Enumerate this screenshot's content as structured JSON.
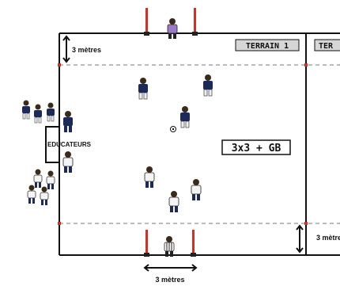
{
  "labels": {
    "field1": "TERRAIN 1",
    "field2_partial": "TER",
    "top_dimension": "3 mètres",
    "right_dimension": "3 mètre",
    "bottom_dimension": "3 mètres",
    "educators": "EDUCATEURS",
    "format": "3x3 + GB"
  },
  "colors": {
    "pitch_line": "#111111",
    "goal_post": "#d33020",
    "dashed_line": "#777777",
    "label_box": "#d6d6d6",
    "dark_team": "#1c2a5a",
    "light_team": "#f4f4f4",
    "goalkeeper": "#9a7bc8"
  },
  "teams": {
    "dark_count": 3,
    "light_count": 3,
    "goalkeepers": 2
  }
}
